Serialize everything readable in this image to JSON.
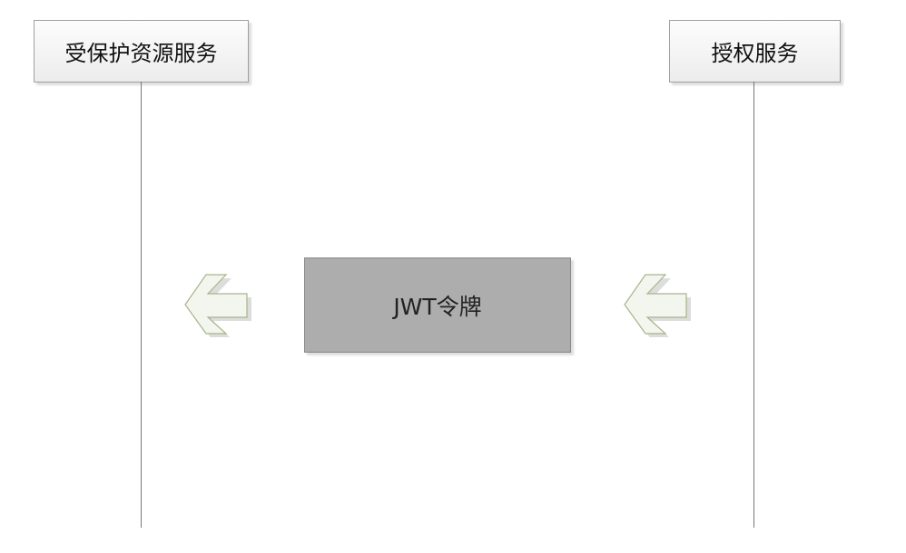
{
  "actors": {
    "left": "受保护资源服务",
    "right": "授权服务"
  },
  "token": {
    "label": "JWT令牌"
  }
}
